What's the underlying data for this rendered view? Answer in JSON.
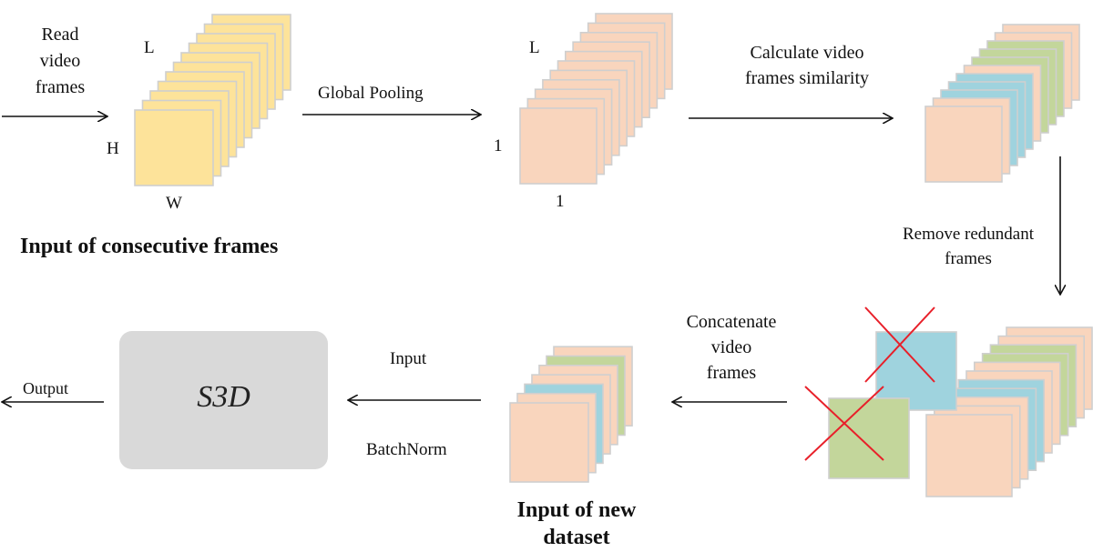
{
  "labels": {
    "read_frames": [
      "Read",
      "video",
      "frames"
    ],
    "dim_l1": "L",
    "dim_h": "H",
    "dim_w": "W",
    "global_pooling": "Global Pooling",
    "dim_l2": "L",
    "dim_one_left": "1",
    "dim_one_bottom": "1",
    "calc_similarity": [
      "Calculate video",
      "frames similarity"
    ],
    "remove_redundant": [
      "Remove redundant",
      "frames"
    ],
    "concatenate": [
      "Concatenate",
      "video",
      "frames"
    ],
    "input_arrow": "Input",
    "batchnorm": "BatchNorm",
    "output": "Output",
    "s3d": "S3D",
    "caption_consecutive": "Input of consecutive frames",
    "caption_new_dataset": [
      "Input of new",
      "dataset"
    ]
  },
  "colors": {
    "yellow_frame": "#fde39a",
    "peach_frame": "#f9d5bd",
    "blue_frame": "#9fd3de",
    "green_frame": "#c3d69b",
    "cross": "#e8202a",
    "model_box": "#d9d9d9"
  },
  "stacks": [
    {
      "id": "yellow-stack",
      "frames": [
        "yellow",
        "yellow",
        "yellow",
        "yellow",
        "yellow",
        "yellow",
        "yellow",
        "yellow",
        "yellow",
        "yellow",
        "yellow"
      ]
    },
    {
      "id": "pooled-stack",
      "frames": [
        "peach",
        "peach",
        "peach",
        "peach",
        "peach",
        "peach",
        "peach",
        "peach",
        "peach",
        "peach",
        "peach"
      ]
    },
    {
      "id": "similarity-stack",
      "frames": [
        "peach",
        "peach",
        "blue",
        "blue",
        "blue",
        "peach",
        "green",
        "green",
        "green",
        "peach",
        "peach"
      ]
    },
    {
      "id": "new-dataset-stack",
      "frames": [
        "peach",
        "peach",
        "blue",
        "peach",
        "peach",
        "green",
        "peach"
      ]
    },
    {
      "id": "removed-group-right",
      "frames": [
        "peach",
        "peach",
        "peach",
        "blue",
        "blue",
        "peach",
        "peach",
        "green",
        "green",
        "peach",
        "peach"
      ]
    },
    {
      "id": "removed-frames",
      "frames": [
        "blue",
        "green"
      ]
    }
  ]
}
